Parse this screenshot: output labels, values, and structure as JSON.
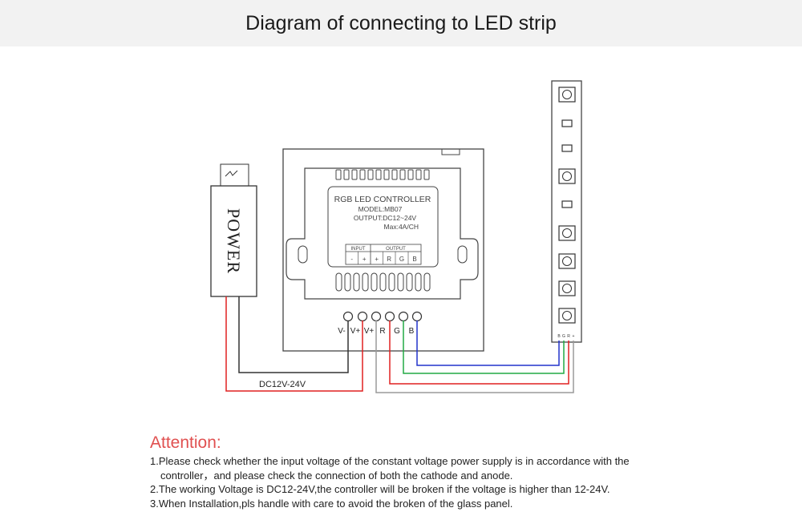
{
  "title": "Diagram of connecting to LED strip",
  "power_supply": {
    "label": "POWER"
  },
  "wiring": {
    "voltage_label": "DC12V-24V"
  },
  "controller": {
    "name": "RGB LED CONTROLLER",
    "model": "MODEL:MB07",
    "output": "OUTPUT:DC12~24V",
    "max": "Max:4A/CH",
    "label_input": "INPUT",
    "label_output": "OUTPUT",
    "label_pins": [
      "-",
      "+",
      "+",
      "R",
      "G",
      "B"
    ],
    "terminals": [
      "V-",
      "V+",
      "V+",
      "R",
      "G",
      "B"
    ]
  },
  "strip": {
    "pins": [
      "B",
      "G",
      "R",
      "+"
    ]
  },
  "colors": {
    "red": "#e02020",
    "green": "#22aa44",
    "blue": "#2233cc",
    "gray": "#9a9a9a",
    "black": "#222222"
  },
  "attention": {
    "heading": "Attention:",
    "items": [
      "1.Please check whether the input voltage of the constant voltage power supply is in accordance with the",
      "controller，and please check the connection of both the cathode and anode.",
      "2.The working Voltage is DC12-24V,the controller will be broken if the voltage is higher than 12-24V.",
      "3.When Installation,pls handle with care to avoid the broken of the glass panel."
    ]
  }
}
